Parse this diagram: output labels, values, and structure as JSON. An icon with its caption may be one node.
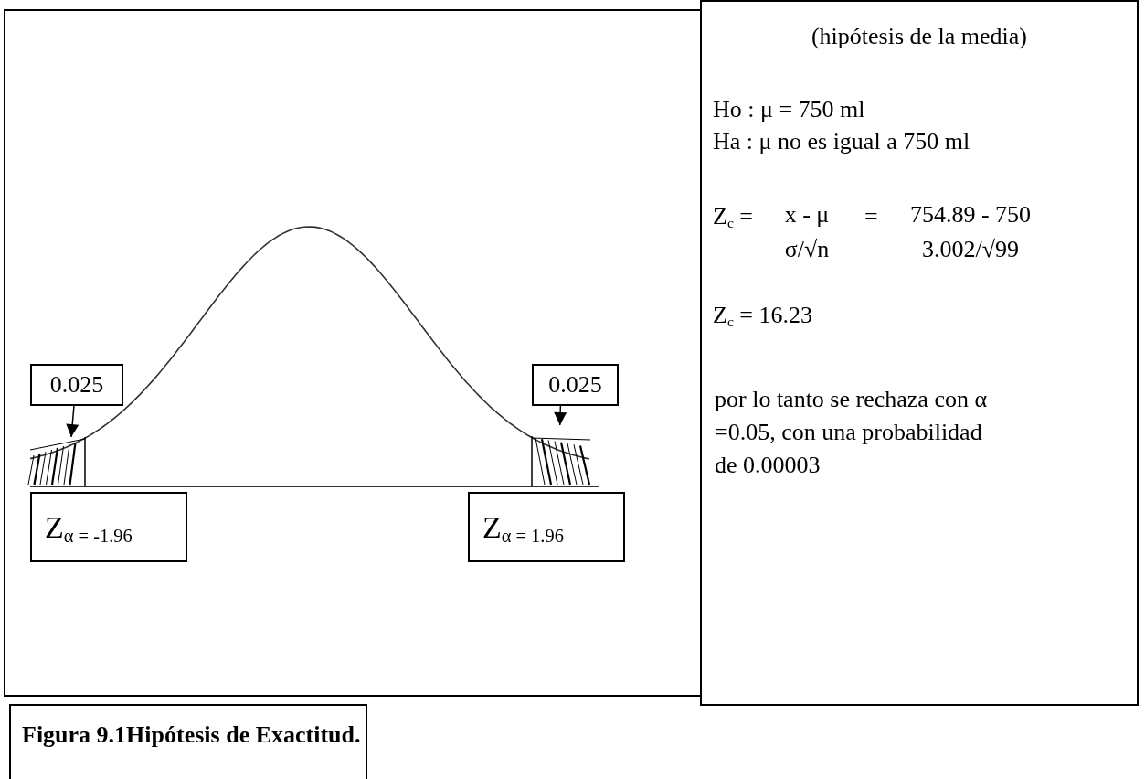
{
  "diagram": {
    "nodes": [
      {
        "text": [],
        "shape": "box"
      },
      {
        "text": [
          "0.025"
        ],
        "in": 0
      },
      {
        "text": [
          "0.025"
        ],
        "in": 0
      },
      {
        "text": [
          "Z$_{α = -1.96}$"
        ],
        "in": 0
      },
      {
        "text": [
          "Z$_{α = 1.96}$"
        ],
        "in": 0
      },
      {
        "text": [],
        "shape": "picture",
        "in": 0
      },
      {
        "text": [],
        "shape": "picture",
        "in": 0
      },
      {
        "text": [
          "(hipótesis de la media)",
          "Ho : μ = 750 ml",
          "Ha : μ no es igual a 750 ml",
          "Z$_{c}$ =",
          "x - μ",
          "σ/√n",
          "=",
          "754.89 - 750",
          "3.002/√99",
          "Z$_{c}$ = 16.23",
          "por lo tanto se rechaza con α =0.05, con una probabilidad de 0.00003"
        ]
      },
      {
        "text": [
          "Figura 9.1Hipótesis de Exactitud."
        ]
      }
    ],
    "edges": [
      {
        "from": 1,
        "to": 5,
        "arrow": "to"
      },
      {
        "from": 2,
        "to": 6,
        "arrow": "to"
      }
    ]
  }
}
